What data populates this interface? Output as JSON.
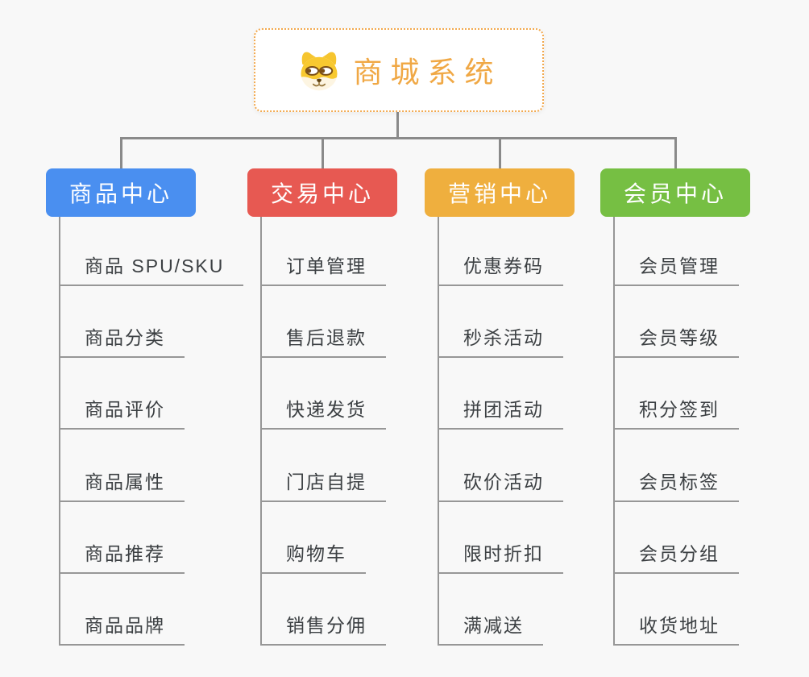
{
  "page": {
    "background": "#f8f8f8"
  },
  "root": {
    "title": "商城系统",
    "icon": "dog-face-icon",
    "title_color": "#f0a845",
    "border_color": "#f2a94f"
  },
  "branches": [
    {
      "label": "商品中心",
      "color": "#4a8ff0",
      "children": [
        "商品 SPU/SKU",
        "商品分类",
        "商品评价",
        "商品属性",
        "商品推荐",
        "商品品牌"
      ]
    },
    {
      "label": "交易中心",
      "color": "#e75952",
      "children": [
        "订单管理",
        "售后退款",
        "快递发货",
        "门店自提",
        "购物车",
        "销售分佣"
      ]
    },
    {
      "label": "营销中心",
      "color": "#efaf3e",
      "children": [
        "优惠券码",
        "秒杀活动",
        "拼团活动",
        "砍价活动",
        "限时折扣",
        "满减送"
      ]
    },
    {
      "label": "会员中心",
      "color": "#76bf43",
      "children": [
        "会员管理",
        "会员等级",
        "积分签到",
        "会员标签",
        "会员分组",
        "收货地址"
      ]
    }
  ],
  "lines": {
    "connector_color": "#8a8a8a",
    "leaf_line_color": "#979797",
    "leaf_text_color": "#3c4043"
  }
}
